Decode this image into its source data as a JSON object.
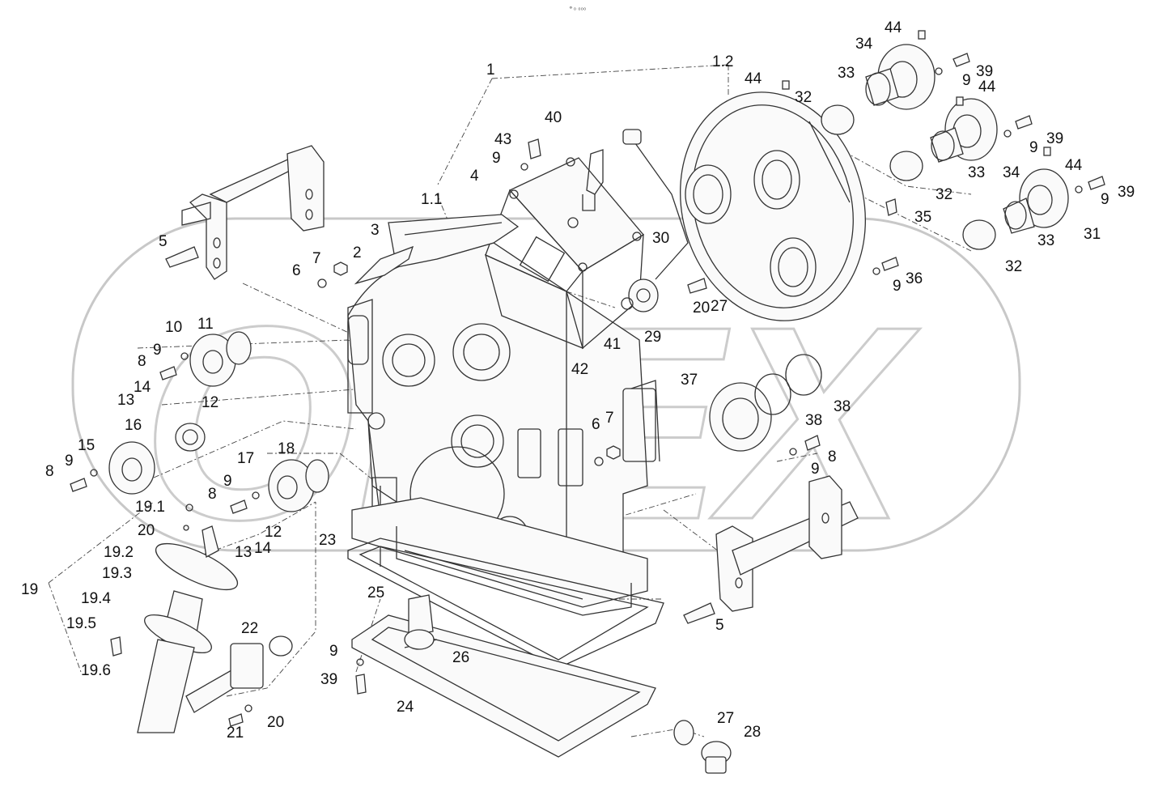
{
  "diagram": {
    "header_mark": "⚬₀ ₀₀₀",
    "watermark": "OPEX",
    "labels": [
      {
        "id": "l1",
        "text": "1"
      },
      {
        "id": "l1_2",
        "text": "1.2"
      },
      {
        "id": "l1_1",
        "text": "1.1"
      },
      {
        "id": "l2",
        "text": "2"
      },
      {
        "id": "l3",
        "text": "3"
      },
      {
        "id": "l4",
        "text": "4"
      },
      {
        "id": "l5a",
        "text": "5"
      },
      {
        "id": "l5b",
        "text": "5"
      },
      {
        "id": "l6a",
        "text": "6"
      },
      {
        "id": "l6b",
        "text": "6"
      },
      {
        "id": "l7a",
        "text": "7"
      },
      {
        "id": "l7b",
        "text": "7"
      },
      {
        "id": "l8a",
        "text": "8"
      },
      {
        "id": "l8b",
        "text": "8"
      },
      {
        "id": "l8c",
        "text": "8"
      },
      {
        "id": "l8d",
        "text": "8"
      },
      {
        "id": "l9a",
        "text": "9"
      },
      {
        "id": "l9b",
        "text": "9"
      },
      {
        "id": "l9c",
        "text": "9"
      },
      {
        "id": "l9d",
        "text": "9"
      },
      {
        "id": "l9e",
        "text": "9"
      },
      {
        "id": "l9f",
        "text": "9"
      },
      {
        "id": "l9g",
        "text": "9"
      },
      {
        "id": "l9h",
        "text": "9"
      },
      {
        "id": "l9i",
        "text": "9"
      },
      {
        "id": "l9j",
        "text": "9"
      },
      {
        "id": "l9k",
        "text": "9"
      },
      {
        "id": "l10",
        "text": "10"
      },
      {
        "id": "l11",
        "text": "11"
      },
      {
        "id": "l12a",
        "text": "12"
      },
      {
        "id": "l12b",
        "text": "12"
      },
      {
        "id": "l13a",
        "text": "13"
      },
      {
        "id": "l13b",
        "text": "13"
      },
      {
        "id": "l14a",
        "text": "14"
      },
      {
        "id": "l14b",
        "text": "14"
      },
      {
        "id": "l15",
        "text": "15"
      },
      {
        "id": "l16",
        "text": "16"
      },
      {
        "id": "l17",
        "text": "17"
      },
      {
        "id": "l18",
        "text": "18"
      },
      {
        "id": "l19",
        "text": "19"
      },
      {
        "id": "l19_1",
        "text": "19.1"
      },
      {
        "id": "l19_2",
        "text": "19.2"
      },
      {
        "id": "l19_3",
        "text": "19.3"
      },
      {
        "id": "l19_4",
        "text": "19.4"
      },
      {
        "id": "l19_5",
        "text": "19.5"
      },
      {
        "id": "l19_6",
        "text": "19.6"
      },
      {
        "id": "l20a",
        "text": "20"
      },
      {
        "id": "l20b",
        "text": "20"
      },
      {
        "id": "l20c",
        "text": "20"
      },
      {
        "id": "l21",
        "text": "21"
      },
      {
        "id": "l22",
        "text": "22"
      },
      {
        "id": "l23",
        "text": "23"
      },
      {
        "id": "l24",
        "text": "24"
      },
      {
        "id": "l25",
        "text": "25"
      },
      {
        "id": "l26",
        "text": "26"
      },
      {
        "id": "l27a",
        "text": "27"
      },
      {
        "id": "l27b",
        "text": "27"
      },
      {
        "id": "l28",
        "text": "28"
      },
      {
        "id": "l29",
        "text": "29"
      },
      {
        "id": "l30",
        "text": "30"
      },
      {
        "id": "l31",
        "text": "31"
      },
      {
        "id": "l32a",
        "text": "32"
      },
      {
        "id": "l32b",
        "text": "32"
      },
      {
        "id": "l32c",
        "text": "32"
      },
      {
        "id": "l33a",
        "text": "33"
      },
      {
        "id": "l33b",
        "text": "33"
      },
      {
        "id": "l33c",
        "text": "33"
      },
      {
        "id": "l34a",
        "text": "34"
      },
      {
        "id": "l34b",
        "text": "34"
      },
      {
        "id": "l35",
        "text": "35"
      },
      {
        "id": "l36",
        "text": "36"
      },
      {
        "id": "l37",
        "text": "37"
      },
      {
        "id": "l38a",
        "text": "38"
      },
      {
        "id": "l38b",
        "text": "38"
      },
      {
        "id": "l39a",
        "text": "39"
      },
      {
        "id": "l39b",
        "text": "39"
      },
      {
        "id": "l39c",
        "text": "39"
      },
      {
        "id": "l39d",
        "text": "39"
      },
      {
        "id": "l40",
        "text": "40"
      },
      {
        "id": "l41",
        "text": "41"
      },
      {
        "id": "l42",
        "text": "42"
      },
      {
        "id": "l43",
        "text": "43"
      },
      {
        "id": "l44a",
        "text": "44"
      },
      {
        "id": "l44b",
        "text": "44"
      },
      {
        "id": "l44c",
        "text": "44"
      },
      {
        "id": "l44d",
        "text": "44"
      }
    ]
  }
}
